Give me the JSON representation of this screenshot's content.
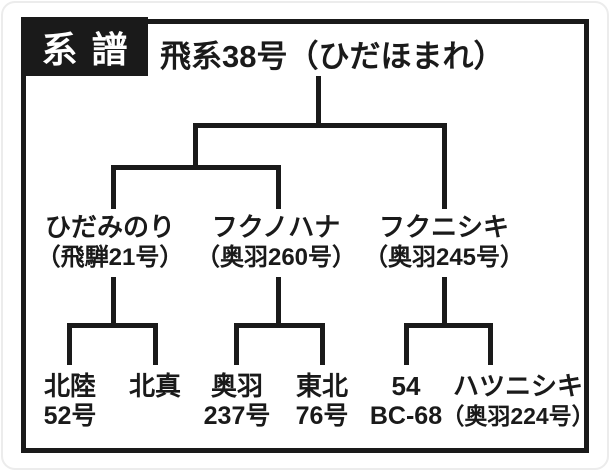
{
  "header": {
    "label": "系譜"
  },
  "tree": {
    "root": {
      "name": "飛系38号（ひだほまれ）"
    },
    "parents": [
      {
        "name": "ひだみのり",
        "alias": "（飛騨21号）"
      },
      {
        "name": "フクノハナ",
        "alias": "（奥羽260号）"
      },
      {
        "name": "フクニシキ",
        "alias": "（奥羽245号）"
      }
    ],
    "grandparents": [
      {
        "line1": "北陸",
        "line2": "52号"
      },
      {
        "line1": "北真",
        "line2": ""
      },
      {
        "line1": "奥羽",
        "line2": "237号"
      },
      {
        "line1": "東北",
        "line2": "76号"
      },
      {
        "line1": "54",
        "line2": "BC-68"
      },
      {
        "line1": "ハツニシキ",
        "line2": "（奥羽224号）"
      }
    ]
  },
  "colors": {
    "ink": "#1a1a1a",
    "background": "#ffffff"
  }
}
